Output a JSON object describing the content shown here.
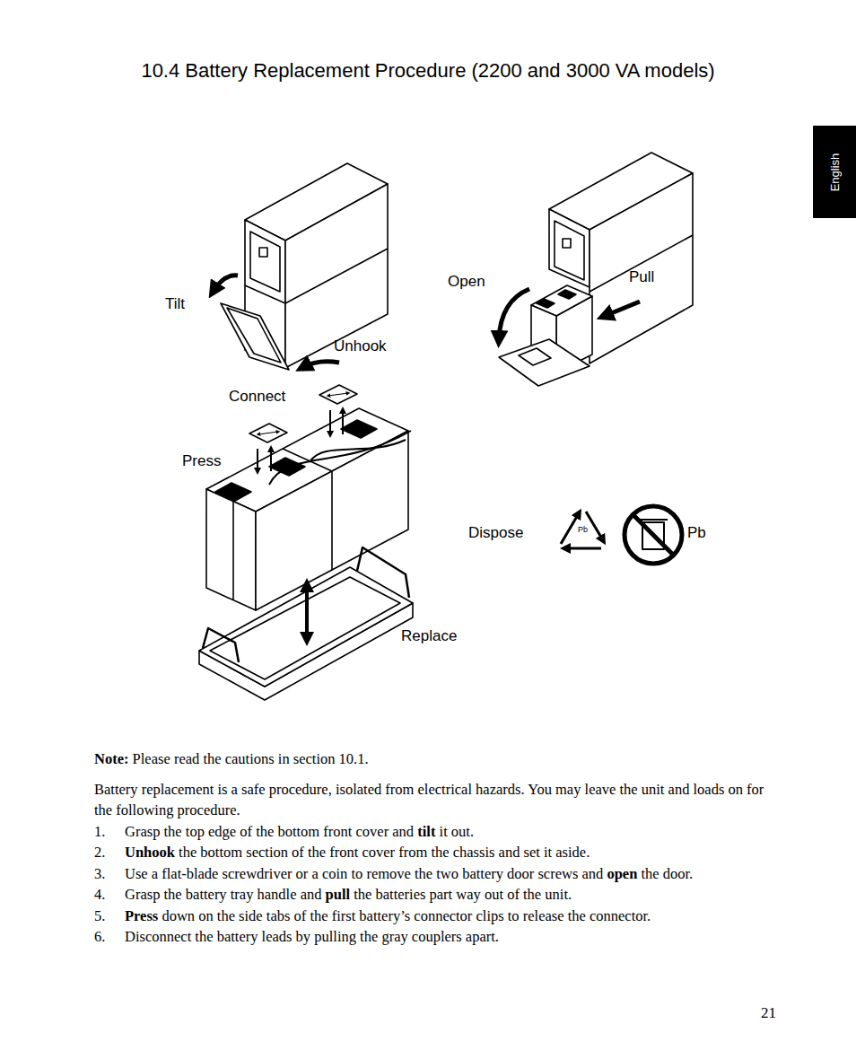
{
  "diagram": {
    "title": "10.4 Battery Replacement Procedure (2200 and 3000 VA models)",
    "nodes": [
      {
        "text": [
          "English"
        ]
      }
    ],
    "labels": [
      "Tilt",
      "Unhook",
      "Open",
      "Pull",
      "Connect",
      "Press",
      "Dispose",
      "Pb",
      "Pb",
      "Replace",
      "Note:",
      "Please read the cautions in section 10.1.",
      "Battery replacement is a safe procedure, isolated from electrical hazards. You may leave the unit and loads on for the following procedure.",
      "1.",
      "Grasp the top edge of the bottom front cover and",
      "tilt",
      "it out.",
      "2.",
      "Unhook",
      "the bottom section of the front cover from the chassis and set it aside.",
      "3.",
      "Use a flat-blade screwdriver or a coin to remove the two battery door screws and",
      "open",
      "the door.",
      "4.",
      "Grasp the battery tray handle and",
      "pull",
      "the batteries part way out of the unit.",
      "5.",
      "Press",
      "down on the side tabs of the first battery’s connector clips to release the connector.",
      "6.",
      "Disconnect the battery leads by pulling the gray couplers apart.",
      "21"
    ]
  }
}
